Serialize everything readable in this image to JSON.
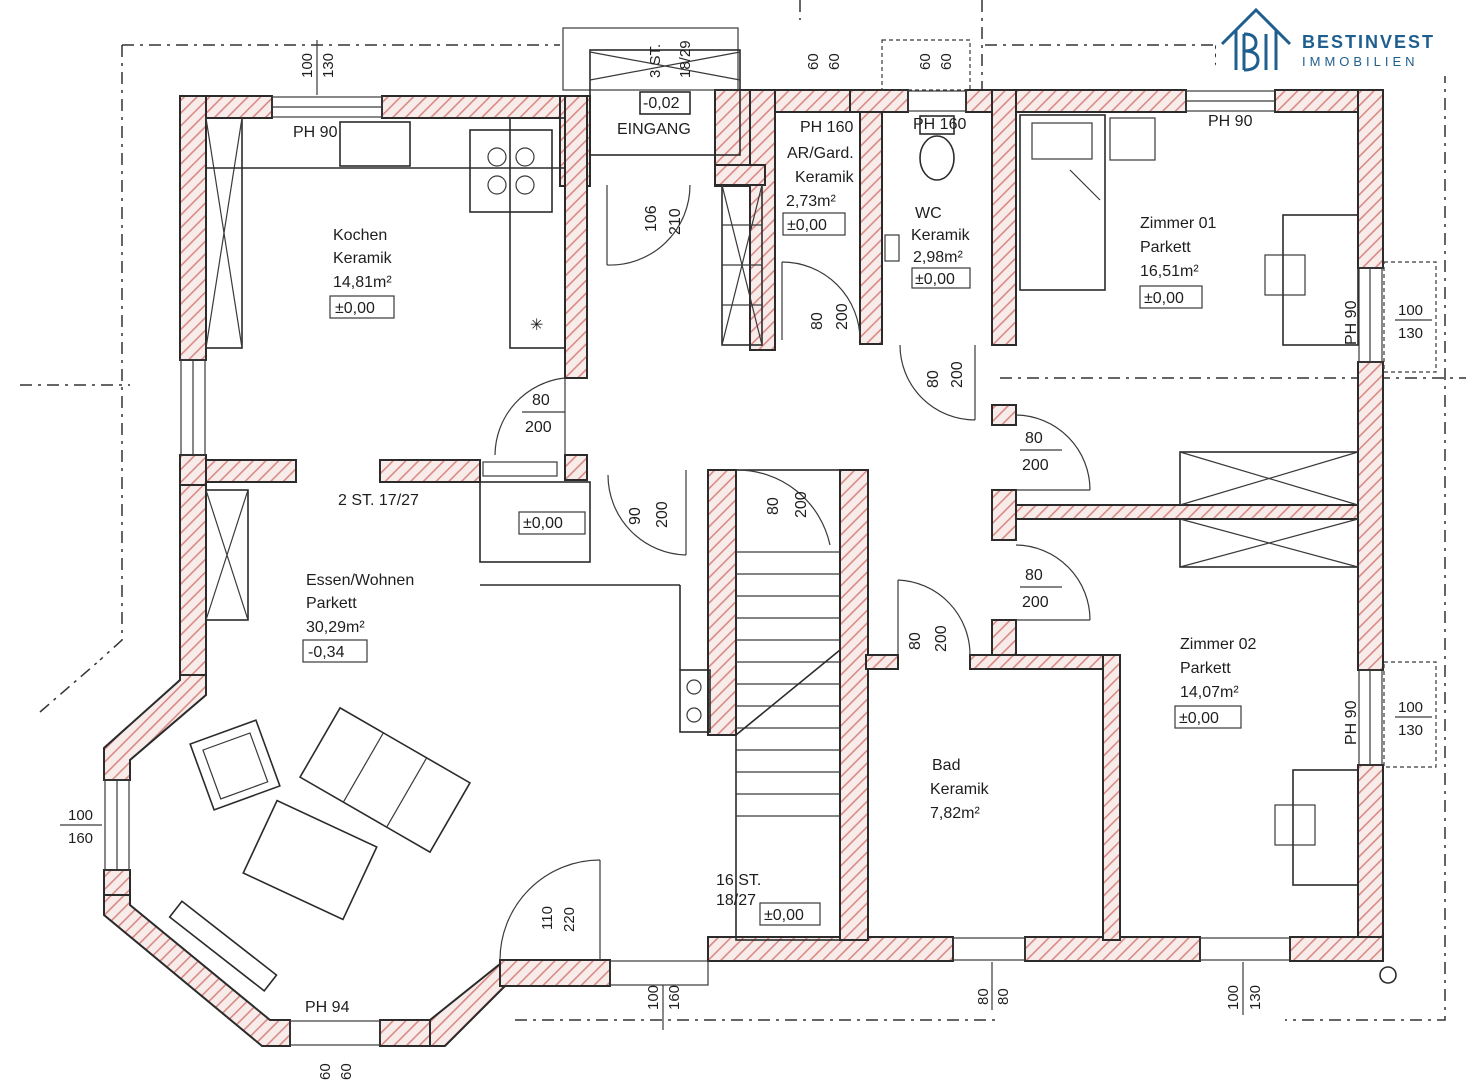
{
  "logo": {
    "name": "BESTINVEST",
    "sub": "IMMOBILIEN",
    "color": "#1f5f8f"
  },
  "colors": {
    "wall_hatch": "#d98a84",
    "line": "#2b2b2b"
  },
  "rooms": {
    "kochen": {
      "name": "Kochen",
      "floor": "Keramik",
      "area": "14,81m²",
      "level": "±0,00"
    },
    "essen": {
      "name": "Essen/Wohnen",
      "floor": "Parkett",
      "area": "30,29m²",
      "level": "-0,34"
    },
    "eingang": {
      "name": "EINGANG",
      "level": "-0,02"
    },
    "ar": {
      "ph": "PH 160",
      "name": "AR/Gard.",
      "floor": "Keramik",
      "area": "2,73m²",
      "level": "±0,00"
    },
    "wc": {
      "ph": "PH 160",
      "name": "WC",
      "floor": "Keramik",
      "area": "2,98m²",
      "level": "±0,00"
    },
    "zimmer01": {
      "name": "Zimmer 01",
      "floor": "Parkett",
      "area": "16,51m²",
      "level": "±0,00"
    },
    "zimmer02": {
      "name": "Zimmer 02",
      "floor": "Parkett",
      "area": "14,07m²",
      "level": "±0,00"
    },
    "bad": {
      "name": "Bad",
      "floor": "Keramik",
      "area": "7,82m²"
    },
    "flur": {
      "level": "±0,00"
    },
    "stair": {
      "steps": "16 ST.",
      "ratio": "18/27",
      "level": "±0,00"
    }
  },
  "stair_steps_small": {
    "steps_a": "2 ST. 17/27",
    "steps_b": "3 ST.",
    "ratio_b": "18/29"
  },
  "parapets": {
    "ph90_kitchen": "PH 90",
    "ph90_z01_top": "PH 90",
    "ph90_z01_side": "PH 90",
    "ph90_z02_side": "PH 90",
    "ph94": "PH 94"
  },
  "windows": {
    "w_kitchen_top": {
      "a": "100",
      "b": "130"
    },
    "w_ar_top": {
      "a": "60",
      "b": "60"
    },
    "w_wc_top": {
      "a": "60",
      "b": "60"
    },
    "w_z01_side": {
      "a": "100",
      "b": "130"
    },
    "w_z02_side": {
      "a": "100",
      "b": "130"
    },
    "w_living_left": {
      "a": "100",
      "b": "160"
    },
    "w_bottom_living": {
      "a": "100",
      "b": "160"
    },
    "w_bottom_bad": {
      "a": "80",
      "b": "80"
    },
    "w_bottom_z02": {
      "a": "100",
      "b": "130"
    },
    "w_bottom_bay": {
      "a": "60",
      "b": "60"
    },
    "w_top_right_edge": "100"
  },
  "doors": {
    "d_kitchen": {
      "w": "80",
      "h": "200"
    },
    "d_entry": {
      "w": "106",
      "h": "210"
    },
    "d_ar": {
      "w": "80",
      "h": "200"
    },
    "d_wc": {
      "w": "80",
      "h": "200"
    },
    "d_z01": {
      "w": "80",
      "h": "200"
    },
    "d_z02": {
      "w": "80",
      "h": "200"
    },
    "d_living": {
      "w": "90",
      "h": "200"
    },
    "d_stair": {
      "w": "80",
      "h": "200"
    },
    "d_bad": {
      "w": "80",
      "h": "200"
    },
    "d_terrace": {
      "w": "110",
      "h": "220"
    }
  }
}
